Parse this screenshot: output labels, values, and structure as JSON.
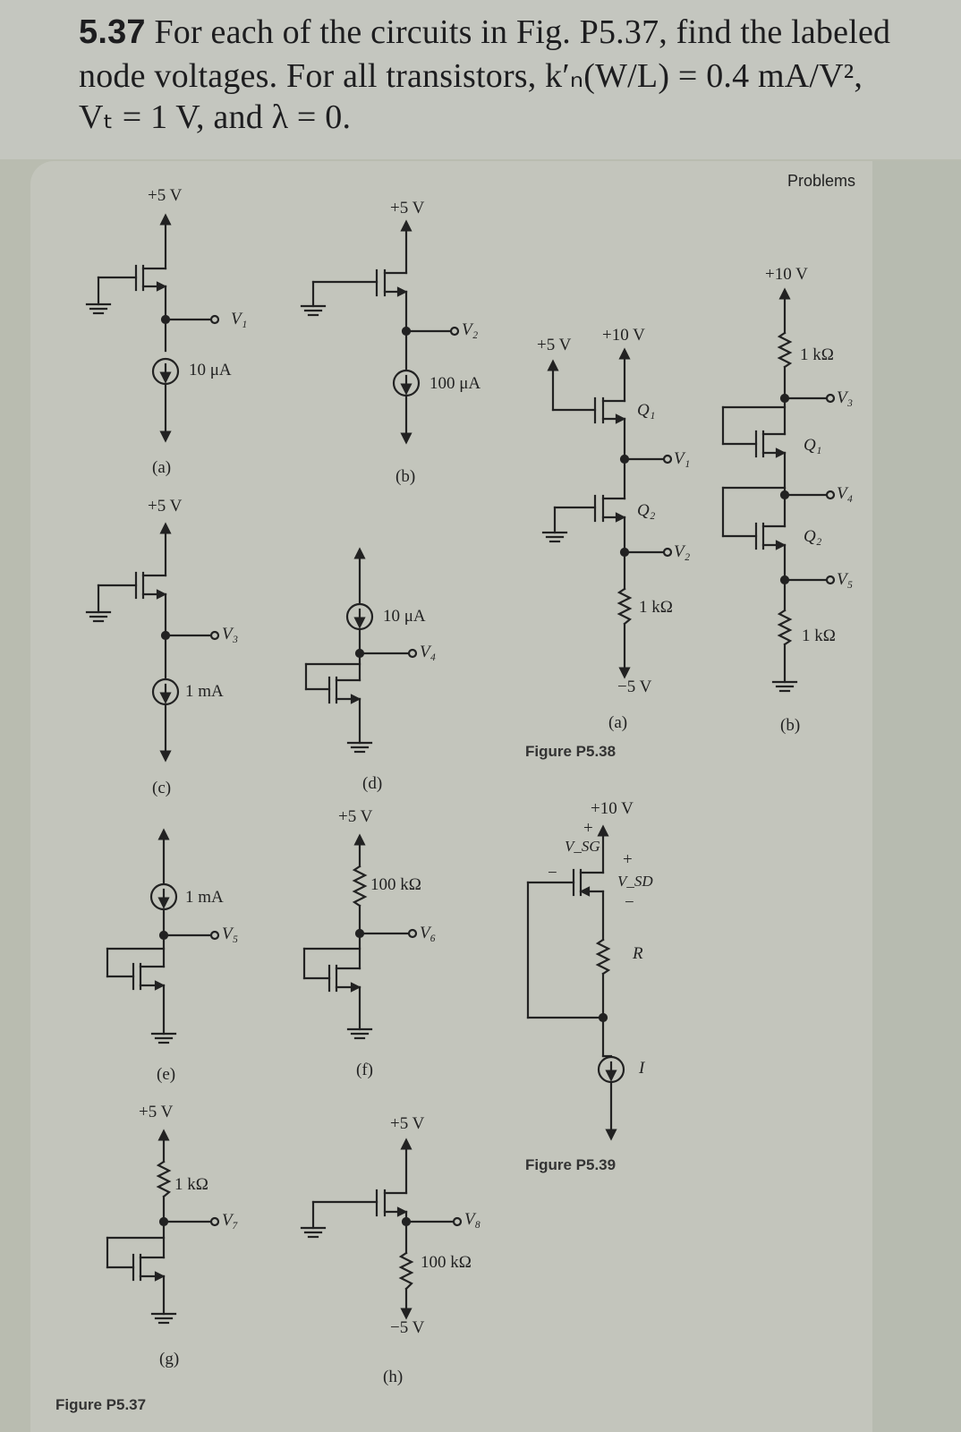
{
  "problem": {
    "number": "5.37",
    "line1": "For each of the circuits in Fig. P5.37, find the labeled",
    "line2": "node voltages. For all transistors, k′ₙ(W/L) = 0.4 mA/V²,",
    "line3": "Vₜ = 1 V, and λ = 0."
  },
  "running_header": "Problems",
  "fig537": {
    "caption": "Figure P5.37",
    "a": {
      "supply": "+5 V",
      "node": "V₁",
      "source": "10 μA",
      "tag": "(a)"
    },
    "b": {
      "supply": "+5 V",
      "node": "V₂",
      "source": "100 μA",
      "tag": "(b)"
    },
    "c": {
      "supply": "+5 V",
      "node": "V₃",
      "source": "1 mA",
      "tag": "(c)"
    },
    "d": {
      "node": "V₄",
      "source": "10 μA",
      "tag": "(d)"
    },
    "e": {
      "node": "V₅",
      "source": "1 mA",
      "tag": "(e)"
    },
    "f": {
      "supply": "+5 V",
      "node": "V₆",
      "resistor": "100 kΩ",
      "tag": "(f)"
    },
    "g": {
      "supply": "+5 V",
      "node": "V₇",
      "resistor": "1 kΩ",
      "tag": "(g)"
    },
    "h": {
      "supply": "+5 V",
      "node": "V₈",
      "resistor": "100 kΩ",
      "neg_supply": "−5 V",
      "tag": "(h)"
    }
  },
  "fig538": {
    "caption": "Figure P5.38",
    "a": {
      "gate_supply": "+5 V",
      "drain_supply": "+10 V",
      "q1": "Q₁",
      "q2": "Q₂",
      "v1": "V₁",
      "v2": "V₂",
      "resistor": "1 kΩ",
      "neg_supply": "−5 V",
      "tag": "(a)"
    },
    "b": {
      "supply": "+10 V",
      "resistor_top": "1 kΩ",
      "v3": "V₃",
      "q1": "Q₁",
      "v4": "V₄",
      "q2": "Q₂",
      "v5": "V₅",
      "resistor_bottom": "1 kΩ",
      "tag": "(b)"
    }
  },
  "fig539": {
    "caption": "Figure P5.39",
    "supply": "+10 V",
    "vsg": "V_SG",
    "vsd": "V_SD",
    "plus": "+",
    "minus": "−",
    "resistor": "R",
    "source": "I"
  },
  "colors": {
    "ink": "#222222",
    "paper": "#c3c5bc",
    "header": "#c4c6bf"
  }
}
